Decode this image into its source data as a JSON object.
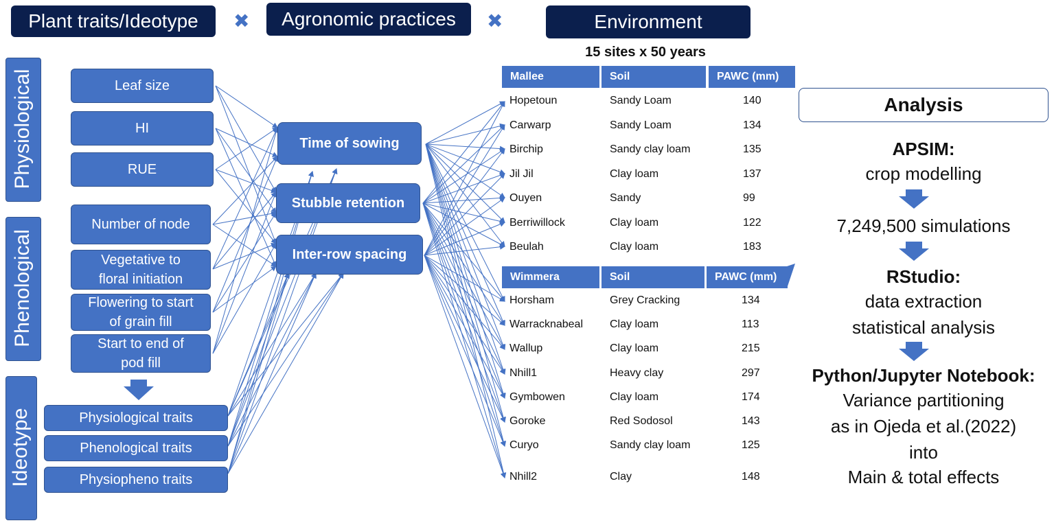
{
  "headers": {
    "plant": "Plant traits/Ideotype",
    "agronomic": "Agronomic practices",
    "environment": "Environment"
  },
  "times_symbol": "✖",
  "categories": {
    "physiological": "Physiological",
    "phenological": "Phenological",
    "ideotype": "Ideotype"
  },
  "traits": {
    "leaf_size": "Leaf size",
    "hi": "HI",
    "rue": "RUE",
    "number_of_node": "Number of node",
    "veg_to_floral_1": "Vegetative  to",
    "veg_to_floral_2": "floral initiation",
    "flowering_1": "Flowering to start",
    "flowering_2": "of grain fill",
    "start_end_1": "Start to end of",
    "start_end_2": "pod fill"
  },
  "ideotypes": {
    "physiological": "Physiological traits",
    "phenological": "Phenological traits",
    "physiopheno": "Physiopheno  traits"
  },
  "practices": {
    "time_of_sowing": "Time of sowing",
    "stubble_retention": "Stubble retention",
    "inter_row_spacing": "Inter-row spacing"
  },
  "environment": {
    "title": "15 sites x 50 years",
    "mallee": {
      "headers": [
        "Mallee",
        "Soil",
        "PAWC (mm)"
      ],
      "rows": [
        [
          "Hopetoun",
          "Sandy Loam",
          "140"
        ],
        [
          "Carwarp",
          "Sandy Loam",
          "134"
        ],
        [
          "Birchip",
          "Sandy clay loam",
          "135"
        ],
        [
          "Jil Jil",
          "Clay loam",
          "137"
        ],
        [
          "Ouyen",
          "Sandy",
          "99"
        ],
        [
          "Berriwillock",
          "Clay loam",
          "122"
        ],
        [
          "Beulah",
          "Clay loam",
          "183"
        ]
      ]
    },
    "wimmera": {
      "headers": [
        "Wimmera",
        "Soil",
        "PAWC (mm)"
      ],
      "rows": [
        [
          "Horsham",
          "Grey Cracking",
          "134"
        ],
        [
          "Warracknabeal",
          "Clay loam",
          "113"
        ],
        [
          "Wallup",
          "Clay loam",
          "215"
        ],
        [
          "Nhill1",
          "Heavy clay",
          "297"
        ],
        [
          "Gymbowen",
          "Clay loam",
          "174"
        ],
        [
          "Goroke",
          "Red Sodosol",
          "143"
        ],
        [
          "Curyo",
          "Sandy clay loam",
          "125"
        ],
        [
          "Nhill2",
          "Clay",
          "148"
        ]
      ]
    }
  },
  "analysis": {
    "title": "Analysis",
    "apsim_bold": "APSIM:",
    "apsim_text": "crop modelling",
    "simulations": "7,249,500 simulations",
    "rstudio_bold": "RStudio:",
    "rstudio_text_1": "data extraction",
    "rstudio_text_2": "statistical analysis",
    "python_bold": "Python/Jupyter Notebook:",
    "python_text_1": "Variance partitioning",
    "python_text_2": "as in Ojeda et al.(2022)",
    "python_text_3": "into",
    "python_text_4": "Main & total effects"
  },
  "colors": {
    "box_blue": "#4472c4",
    "header_navy": "#0b1f4d",
    "arrow_blue": "#4472c4"
  }
}
